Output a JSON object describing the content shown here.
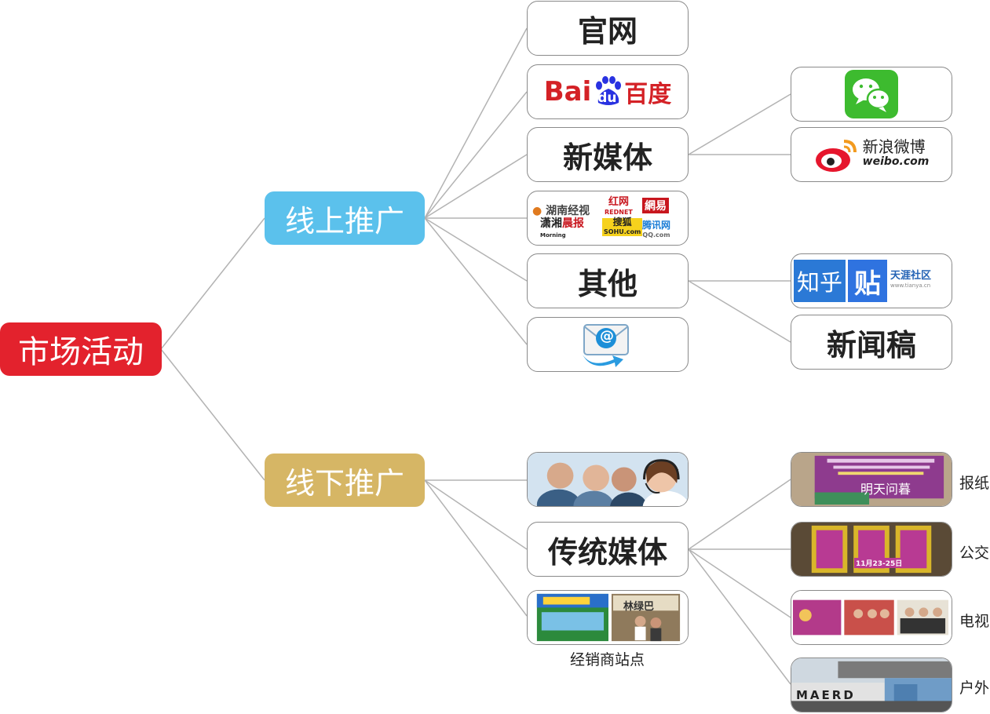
{
  "root": {
    "label": "市场活动"
  },
  "online": {
    "label": "线上推广",
    "official_site": "官网",
    "baidu": {
      "part1": "Bai",
      "part2": "du",
      "part3": "百度"
    },
    "new_media": "新媒体",
    "outlets": {
      "hunan_tv": "湖南经视",
      "rednet_cn": "红网",
      "rednet": "REDNET",
      "netease": "網易",
      "xiaoxiang": "潇湘",
      "morning": "晨报",
      "morning_en": "Morning",
      "sohu_cn": "搜狐",
      "sohu": "SOHU.com",
      "tencent": "腾讯网",
      "qq": "QQ.com"
    },
    "others": "其他",
    "zhihu": "知乎",
    "tieba": "贴",
    "tianya": "天涯社区",
    "tianya_url": "www.tianya.cn",
    "press_release": "新闻稿",
    "email_symbol": "@",
    "weibo": {
      "cn": "新浪微博",
      "en": "weibo.com"
    }
  },
  "offline": {
    "label": "线下推广",
    "traditional_media": "传统媒体",
    "dealer_caption": "经销商站点",
    "dealer_sign": "林绿巴",
    "newspaper": "报纸",
    "newspaper_text": "明天问暮",
    "bus": "公交",
    "bus_date": "11月23-25日",
    "tv": "电视",
    "outdoor": "户外",
    "outdoor_text": "MAERD"
  },
  "colors": {
    "root": "#e3222d",
    "online": "#5bc1ec",
    "offline": "#d6b665",
    "wechat": "#3dbb2f",
    "baidu_red": "#d42126",
    "baidu_blue": "#2932e1"
  }
}
